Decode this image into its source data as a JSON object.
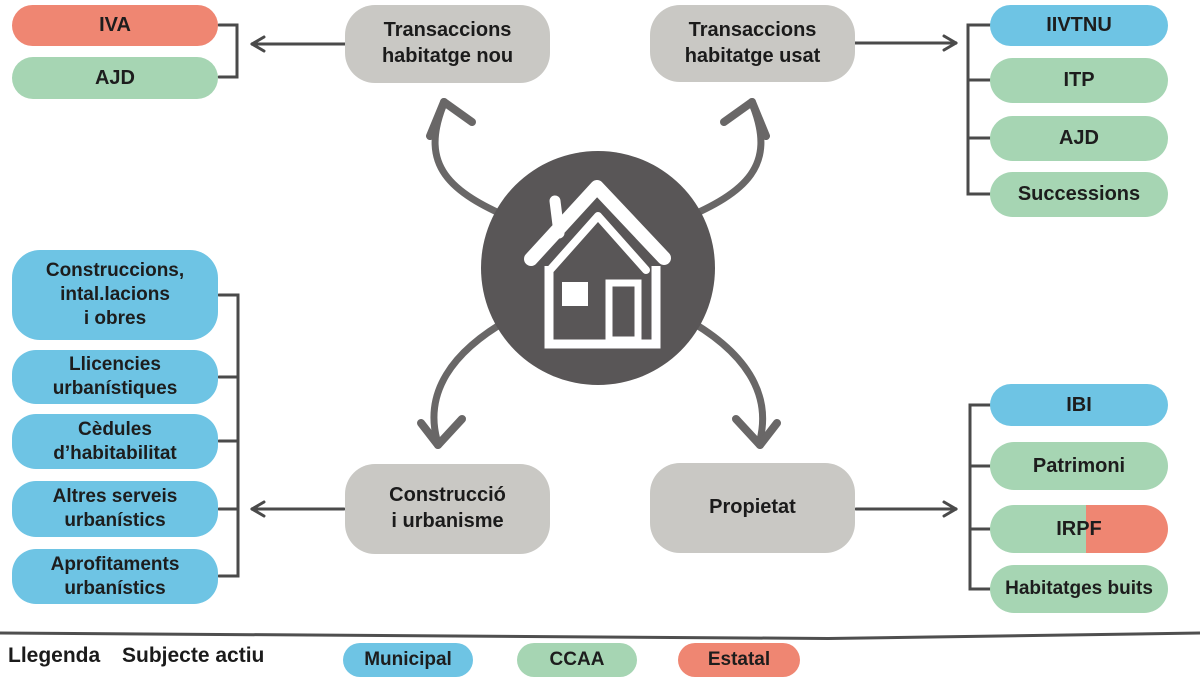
{
  "palette": {
    "municipal": "#6EC4E4",
    "ccaa": "#A6D5B3",
    "estatal": "#EF8672",
    "hub_box": "#C9C8C4",
    "dark_icon": "#595657",
    "connector": "#4A4A4A",
    "text": "#1D1D1D"
  },
  "center": {
    "icon": "house-icon"
  },
  "hubs": [
    {
      "id": "transaccions-nou",
      "lines": [
        "Transaccions",
        "habitatge nou"
      ]
    },
    {
      "id": "transaccions-usat",
      "lines": [
        "Transaccions",
        "habitatge usat"
      ]
    },
    {
      "id": "construccio",
      "lines": [
        "Construcció",
        "i urbanisme"
      ]
    },
    {
      "id": "propietat",
      "lines": [
        "Propietat"
      ]
    }
  ],
  "tax_groups": {
    "nou": [
      {
        "label": "IVA",
        "level": "estatal"
      },
      {
        "label": "AJD",
        "level": "ccaa"
      }
    ],
    "usat": [
      {
        "label": "IIVTNU",
        "level": "municipal"
      },
      {
        "label": "ITP",
        "level": "ccaa"
      },
      {
        "label": "AJD",
        "level": "ccaa"
      },
      {
        "label": "Successions",
        "level": "ccaa"
      }
    ],
    "construccio": [
      {
        "lines": [
          "Construccions,",
          "intal.lacions",
          "i obres"
        ],
        "level": "municipal"
      },
      {
        "lines": [
          "Llicencies",
          "urbanístiques"
        ],
        "level": "municipal"
      },
      {
        "lines": [
          "Cèdules",
          "d’habitabilitat"
        ],
        "level": "municipal"
      },
      {
        "lines": [
          "Altres serveis",
          "urbanístics"
        ],
        "level": "municipal"
      },
      {
        "lines": [
          "Aprofitaments",
          "urbanístics"
        ],
        "level": "municipal"
      }
    ],
    "propietat": [
      {
        "label": "IBI",
        "level": "municipal"
      },
      {
        "label": "Patrimoni",
        "level": "ccaa"
      },
      {
        "label": "IRPF",
        "level": "ccaa+estatal"
      },
      {
        "label": "Habitatges buits",
        "level": "ccaa"
      }
    ]
  },
  "legend": {
    "title": "Llegenda",
    "subtitle": "Subjecte actiu",
    "items": [
      {
        "label": "Municipal",
        "level": "municipal"
      },
      {
        "label": "CCAA",
        "level": "ccaa"
      },
      {
        "label": "Estatal",
        "level": "estatal"
      }
    ]
  }
}
